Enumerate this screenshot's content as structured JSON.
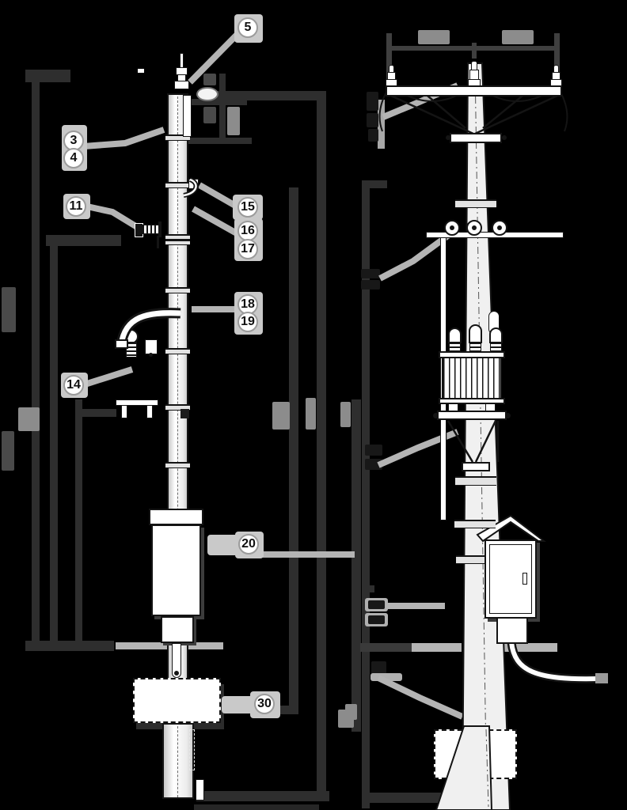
{
  "diagram": {
    "kind": "pole-installation-technical-illustration",
    "background_color": "#000000",
    "callouts": {
      "c3": "3",
      "c4": "4",
      "c5": "5",
      "c11": "11",
      "c14": "14",
      "c15": "15",
      "c16": "16",
      "c17": "17",
      "c18": "18",
      "c19": "19",
      "c20": "20",
      "c30": "30"
    },
    "colors": {
      "line_art": "#141414",
      "drawing_fill": "#ffffff",
      "leader_gray": "#b4b4b4",
      "callout_pill": "#c9c9c9",
      "callout_ring": "#9b9b9b",
      "dimension_bar": "#2e2e2e",
      "dimension_label_blob": "#8c8c8c"
    }
  }
}
